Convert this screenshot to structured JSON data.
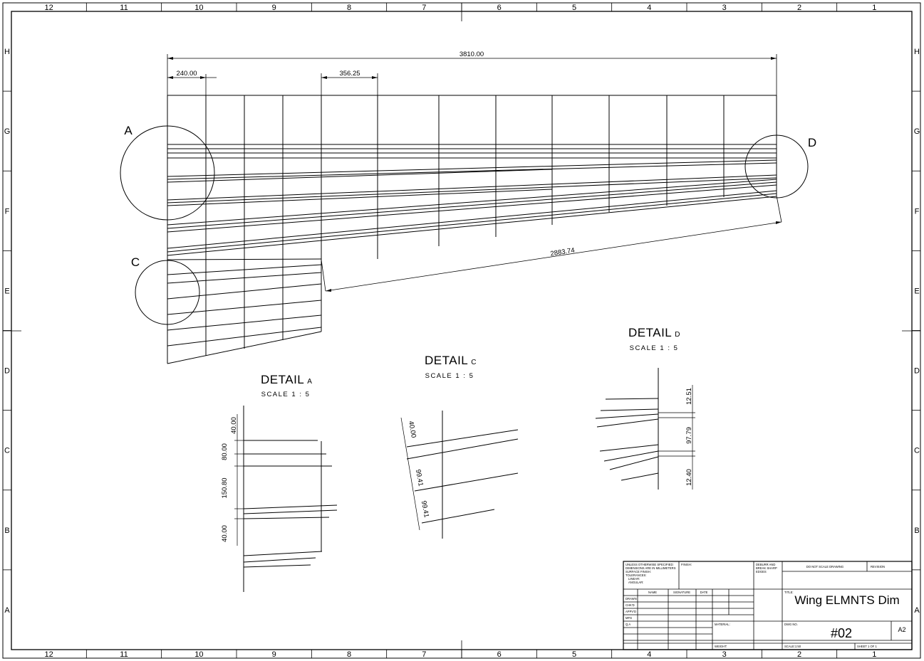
{
  "zones": {
    "columns": [
      "12",
      "11",
      "10",
      "9",
      "8",
      "7",
      "6",
      "5",
      "4",
      "3",
      "2",
      "1"
    ],
    "rows": [
      "H",
      "G",
      "F",
      "E",
      "D",
      "C",
      "B",
      "A"
    ]
  },
  "dimensions": {
    "overall_span": "3810.00",
    "root_first_bay": "240.00",
    "bay_width": "356.25",
    "diagonal": "2883.74"
  },
  "detail_labels": {
    "a": "A",
    "c": "C",
    "d": "D"
  },
  "details": {
    "a": {
      "title": "DETAIL",
      "letter": "A",
      "scale": "SCALE 1 : 5",
      "dims": [
        "40.00",
        "80.00",
        "150.80",
        "40.00"
      ]
    },
    "c": {
      "title": "DETAIL",
      "letter": "C",
      "scale": "SCALE 1 : 5",
      "dims": [
        "40.00",
        "99.41",
        "99.41"
      ]
    },
    "d": {
      "title": "DETAIL",
      "letter": "D",
      "scale": "SCALE 1 : 5",
      "dims": [
        "12.51",
        "97.79",
        "12.40"
      ]
    }
  },
  "title_block": {
    "unless_note": [
      "UNLESS OTHERWISE SPECIFIED:",
      "DIMENSIONS ARE IN MILLIMETERS",
      "SURFACE FINISH:",
      "TOLERANCES:",
      "LINEAR:",
      "ANGULAR:"
    ],
    "finish": "FINISH:",
    "deburr": [
      "DEBURR AND",
      "BREAK SHARP",
      "EDGES"
    ],
    "do_not_scale": "DO NOT SCALE DRAWING",
    "revision": "REVISION",
    "headers": [
      "NAME",
      "SIGNATURE",
      "DATE"
    ],
    "roles": [
      "DRAWN",
      "CHK'D",
      "APPV'D",
      "MFG",
      "Q.A"
    ],
    "title_label": "TITLE:",
    "title": "Wing ELMNTS Dim",
    "material": "MATERIAL:",
    "dwg_label": "DWG NO.",
    "dwg_no": "#02",
    "size": "A2",
    "weight": "WEIGHT:",
    "scale": "SCALE:1:50",
    "sheet": "SHEET 1 OF 1"
  }
}
